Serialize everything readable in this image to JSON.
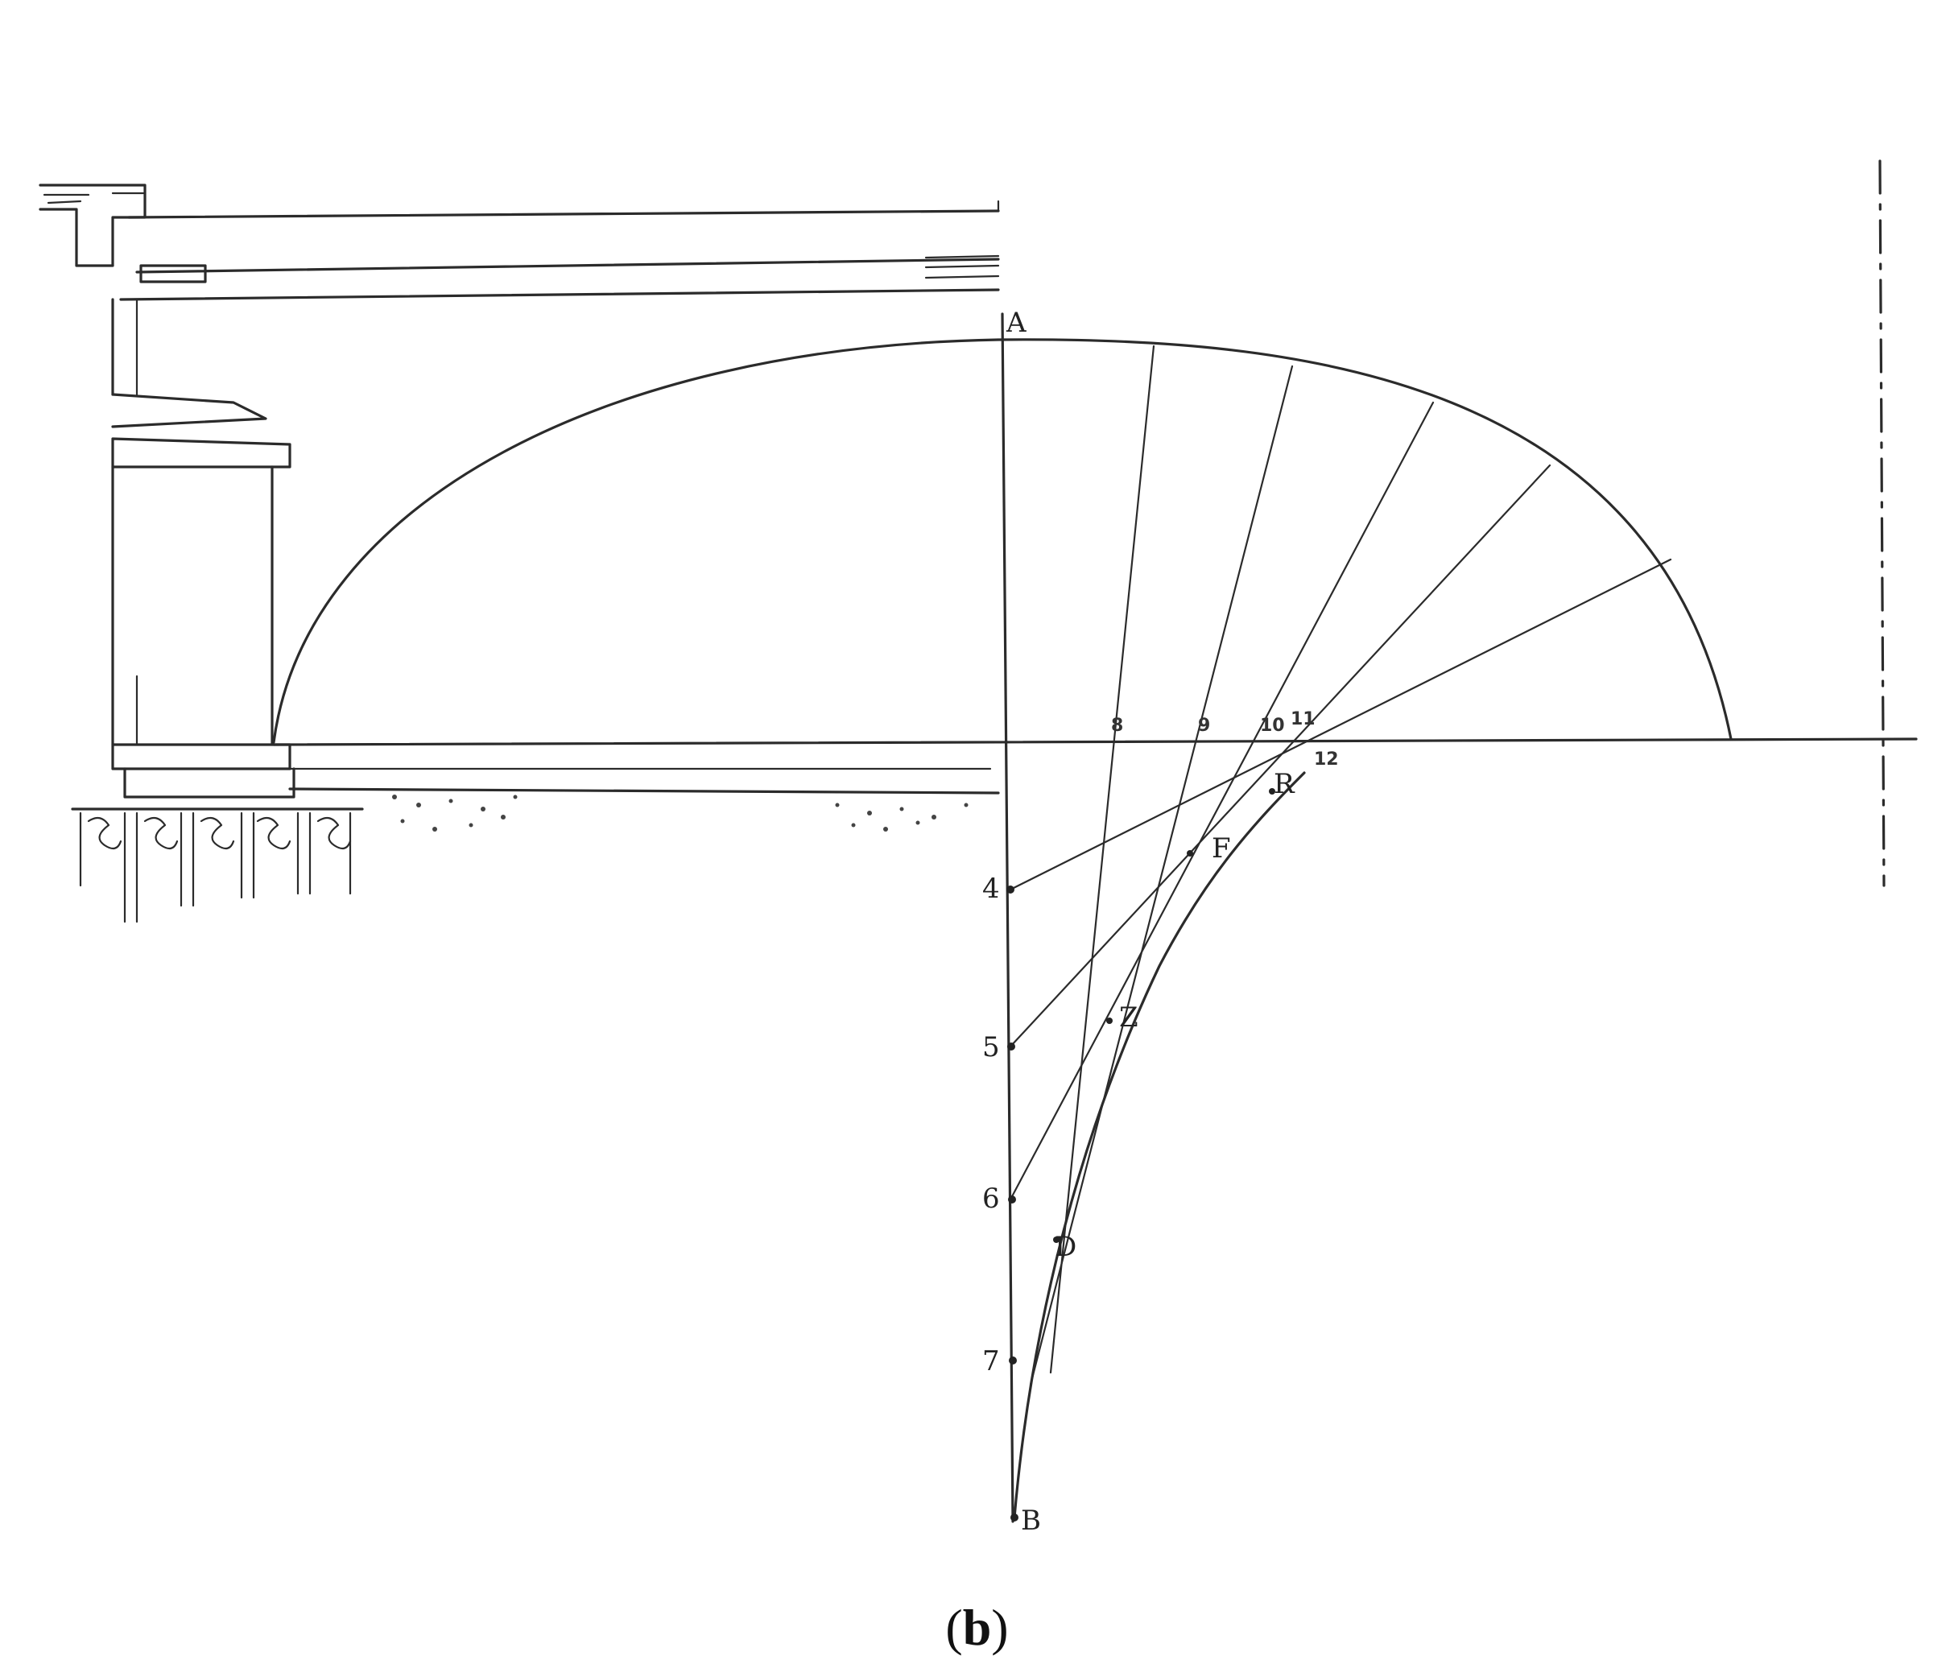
{
  "diagram": {
    "points": {
      "A": "A",
      "B": "B",
      "D": "D",
      "Z": "Z",
      "F": "F",
      "R": "R"
    },
    "centre_labels": [
      "4",
      "5",
      "6",
      "7"
    ],
    "springing_labels": [
      "8",
      "9",
      "10",
      "11",
      "12"
    ]
  },
  "caption": {
    "open": "(",
    "letter": "b",
    "close": ")"
  }
}
